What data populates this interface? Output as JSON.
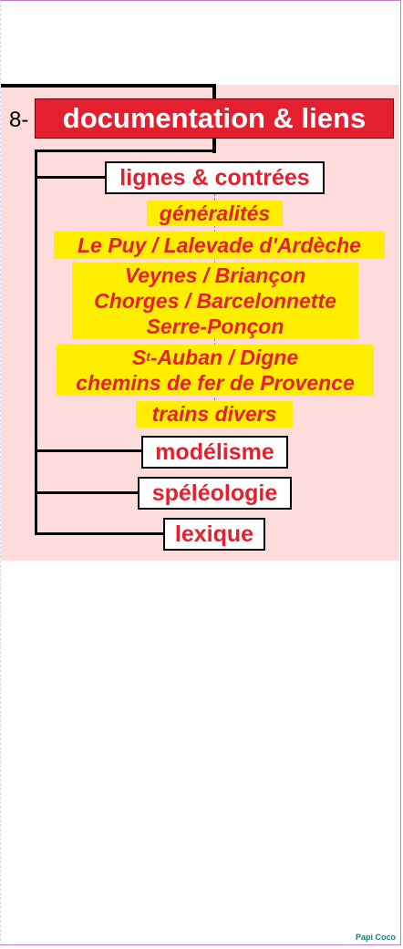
{
  "section": {
    "number": "8-",
    "title": "documentation & liens"
  },
  "menu": {
    "lignes": "lignes & contrées",
    "items": {
      "generalites": "généralités",
      "lepuy": "Le Puy / Lalevade d'Ardèche",
      "veynes": [
        "Veynes / Briançon",
        "Chorges / Barcelonnette",
        "Serre-Ponçon"
      ],
      "stauban_s": "S",
      "stauban_sup": "t",
      "stauban_rest": "-Auban / Digne",
      "cfprovence": "chemins de fer de Provence",
      "trains": "trains divers"
    },
    "modelisme": "modélisme",
    "speleologie": "spéléologie",
    "lexique": "lexique"
  },
  "footer": {
    "credit": "Papi Coco"
  },
  "colors": {
    "accent_red": "#e4202e",
    "highlight_yellow": "#ffee00",
    "panel_pink": "#ffdcdc"
  }
}
